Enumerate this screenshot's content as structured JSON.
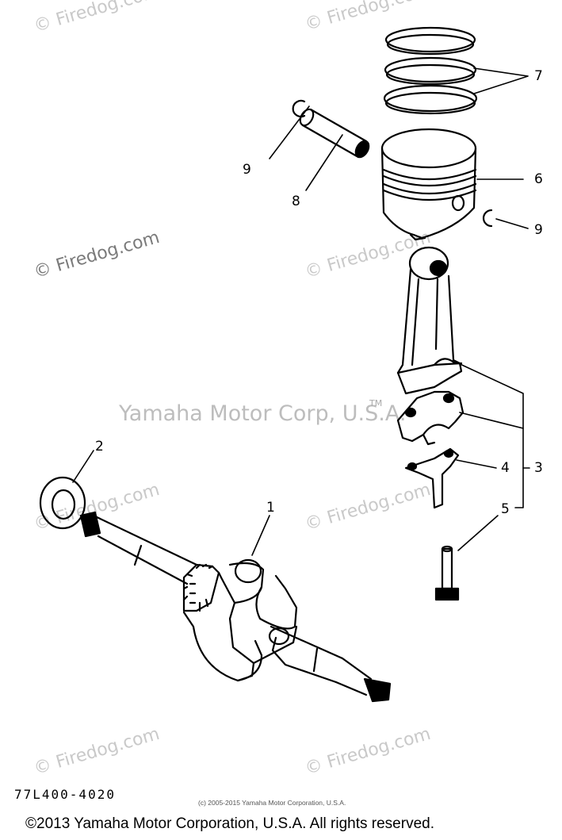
{
  "watermarks": {
    "site": "© Firedog.com",
    "center": "Yamaha Motor Corp, U.S.A.",
    "tm": "TM"
  },
  "callouts": {
    "c1": "1",
    "c2": "2",
    "c3": "3",
    "c4": "4",
    "c5": "5",
    "c6": "6",
    "c7": "7",
    "c8": "8",
    "c9a": "9",
    "c9b": "9"
  },
  "part_code": "77L400-4020",
  "small_copyright": "(c) 2005-2015 Yamaha Motor Corporation, U.S.A.",
  "footer_copyright": "©2013 Yamaha Motor Corporation, U.S.A. All rights reserved."
}
